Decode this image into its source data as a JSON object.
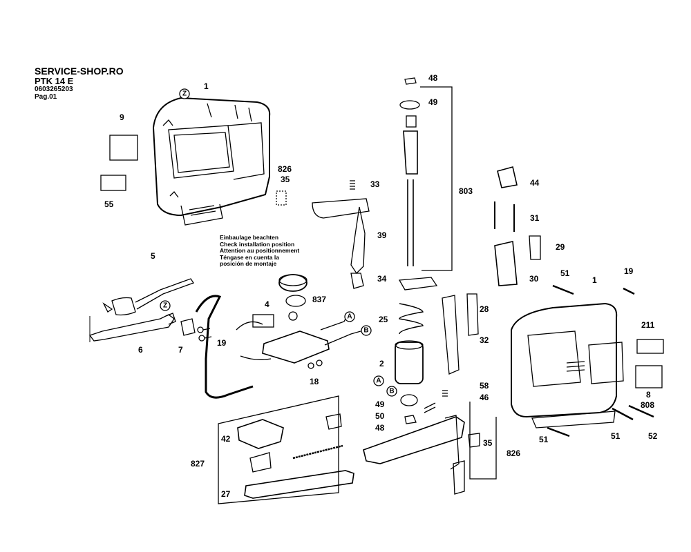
{
  "header": {
    "shop": "SERVICE-SHOP.RO",
    "model": "PTK 14 E",
    "part_number": "0603265203",
    "page": "Pag.01"
  },
  "installation_note": [
    "Einbaulage beachten",
    "Check installation position",
    "Attention au positionnement",
    "Téngase en cuenta la",
    "posición de montaje"
  ],
  "labels": {
    "p1a": "1",
    "p9": "9",
    "p55": "55",
    "p826a": "826",
    "p35": "35",
    "p33": "33",
    "p39": "39",
    "p34": "34",
    "p5": "5",
    "p6": "6",
    "p7": "7",
    "p19a": "19",
    "p4": "4",
    "p837": "837",
    "p18": "18",
    "p48a": "48",
    "p49a": "49",
    "p803": "803",
    "p25": "25",
    "p2": "2",
    "p49b": "49",
    "p50": "50",
    "p48b": "48",
    "p44": "44",
    "p31": "31",
    "p29": "29",
    "p30": "30",
    "p28": "28",
    "p32": "32",
    "p58": "58",
    "p46": "46",
    "p35b": "35",
    "p826b": "826",
    "p51a": "51",
    "p1b": "1",
    "p19b": "19",
    "p211": "211",
    "p8": "8",
    "p808": "808",
    "p51b": "51",
    "p51c": "51",
    "p52": "52",
    "p42": "42",
    "p827": "827",
    "p27": "27"
  },
  "markers": {
    "z1": "Z",
    "z2": "Z",
    "a1": "A",
    "b1": "B",
    "a2": "A",
    "b2": "B"
  }
}
